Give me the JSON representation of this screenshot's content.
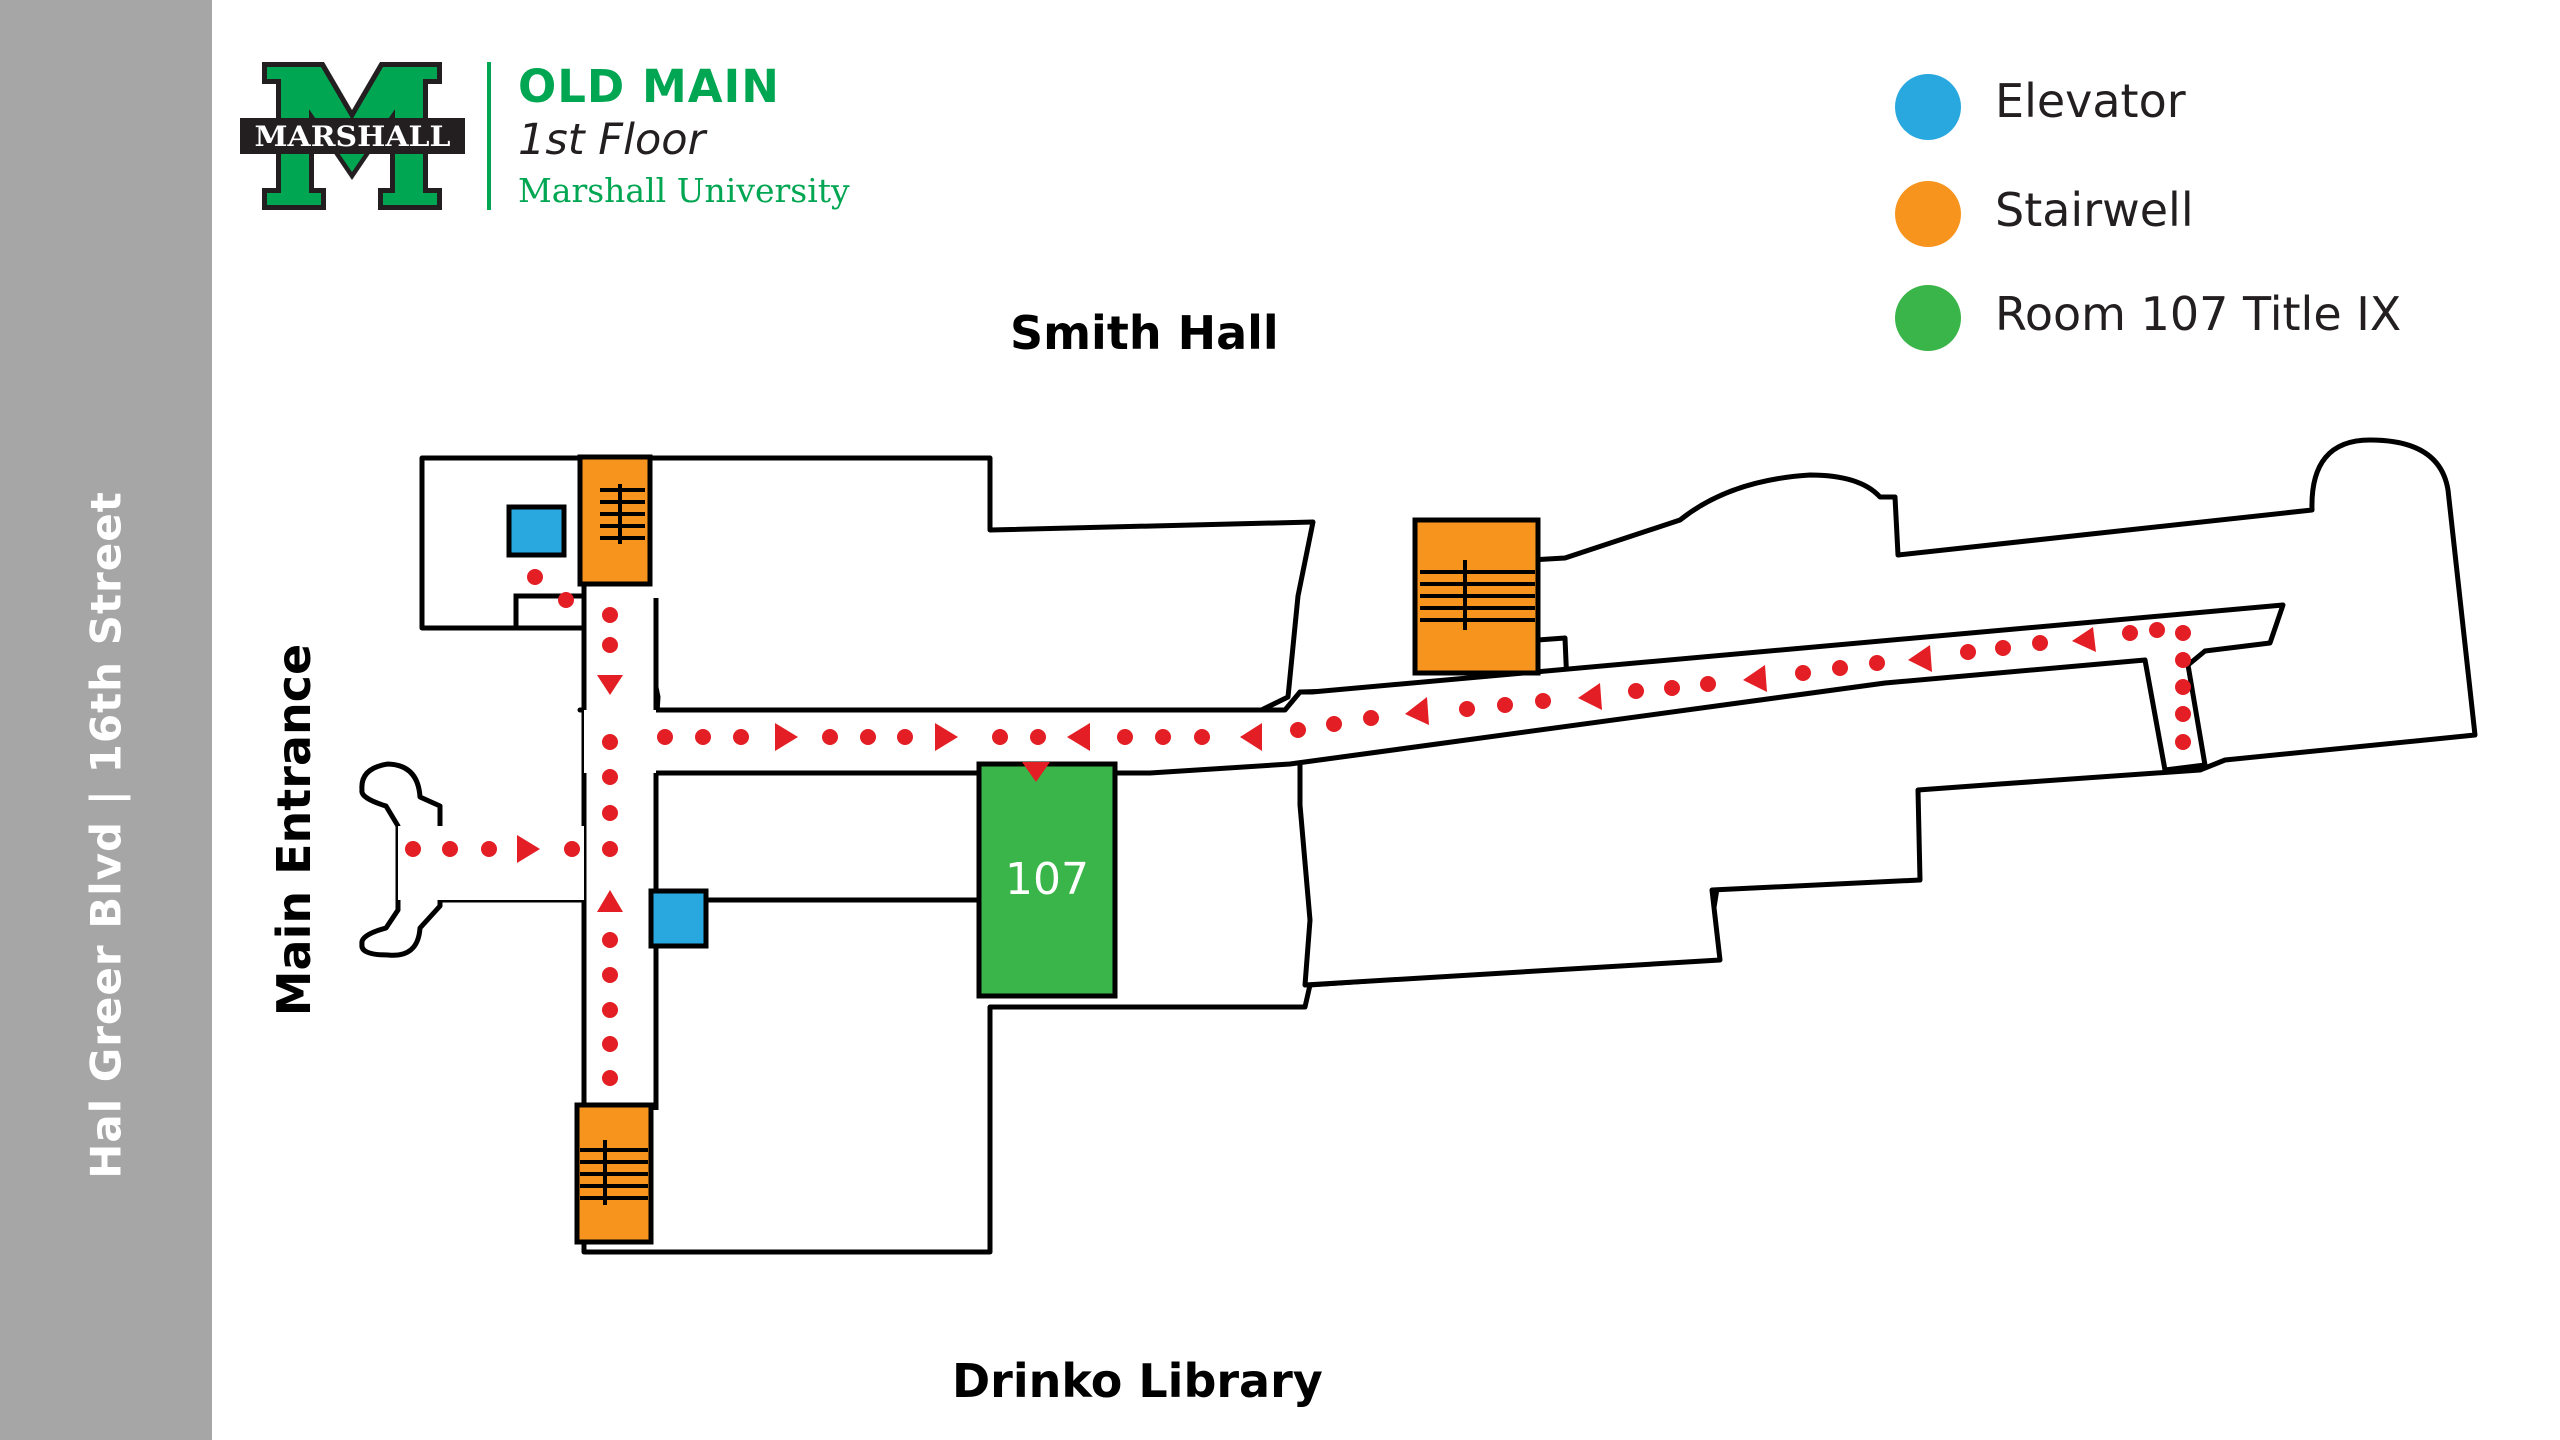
{
  "map": {
    "building": "OLD MAIN",
    "floor": "1st Floor",
    "university": "Marshall University",
    "logo_text": "MARSHALL",
    "street": "Hal Greer Blvd | 16th Street",
    "entrance": "Main Entrance",
    "north_neighbor": "Smith Hall",
    "south_neighbor": "Drinko Library",
    "room_number": "107"
  },
  "legend": [
    {
      "label": "Elevator",
      "color": "#29a8e0",
      "icon": "elevator-marker"
    },
    {
      "label": "Stairwell",
      "color": "#f7941d",
      "icon": "stairwell-marker"
    },
    {
      "label": "Room 107 Title IX",
      "color": "#39b54a",
      "icon": "room-marker"
    }
  ],
  "colors": {
    "accent_green": "#00a651",
    "route_red": "#e31e24",
    "street_band": "#a6a6a6"
  }
}
